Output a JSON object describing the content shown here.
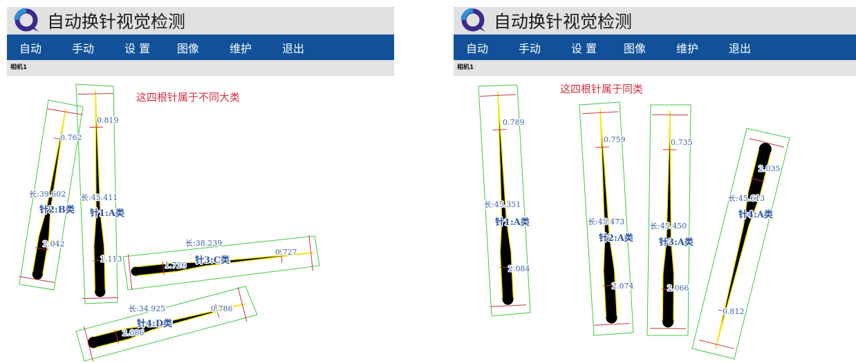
{
  "panels": [
    {
      "app_title": "自动换针视觉检测",
      "menu": [
        "自动",
        "手动",
        "设 置",
        "图像",
        "维护",
        "退出"
      ],
      "camera_label": "相机1",
      "caption": "这四根针属于不同大类",
      "labels": [
        "0.819",
        "0.762",
        "长:39.602",
        "长:45.411",
        "针2:B类",
        "针1:A类",
        "2.042",
        "1.113",
        "长:38.239",
        "0.727",
        "1.726",
        "针3:C类",
        "长:34.925",
        "0.786",
        "针4:D类",
        "2.086"
      ]
    },
    {
      "app_title": "自动换针视觉检测",
      "menu": [
        "自动",
        "手动",
        "设 置",
        "图像",
        "维护",
        "退出"
      ],
      "camera_label": "相机1",
      "caption": "这四根针属于同类",
      "labels": [
        "0.789",
        "0.759",
        "0.735",
        "2.035",
        "长:45.351",
        "针1:A类",
        "长:45.473",
        "针2:A类",
        "长:45.450",
        "针3:A类",
        "长:45.613",
        "针4:A类",
        "2.084",
        "2.074",
        "2.066",
        "0.812"
      ]
    }
  ],
  "colors": {
    "nav": "#11519a",
    "header": "#e1e1e1",
    "caption": "#d2303c",
    "label": "#3a62a8",
    "box": "#3cc83c",
    "needle_outline": "#f5e51b",
    "marker": "#c8333a"
  },
  "icons": {
    "logo": "q-logo-icon"
  }
}
